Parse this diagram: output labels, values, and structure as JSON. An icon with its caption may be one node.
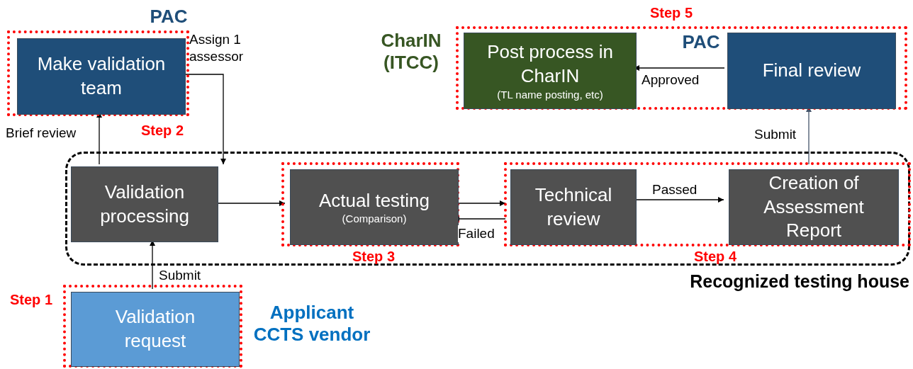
{
  "diagram": {
    "nodes": [
      {
        "text": [
          "Step 2"
        ]
      },
      {
        "text": [
          "Make validation team"
        ],
        "in": 0
      },
      {
        "text": [
          "Step 5"
        ]
      },
      {
        "text": [
          "Post process in CharIN",
          "(TL name posting, etc)"
        ],
        "in": 2
      },
      {
        "text": [
          "Final review"
        ],
        "in": 2
      },
      {
        "text": [
          "Recognized testing house"
        ]
      },
      {
        "text": [
          "Validation processing"
        ],
        "in": 5
      },
      {
        "text": [
          "Step 3"
        ],
        "in": 5
      },
      {
        "text": [
          "Actual testing",
          "(Comparison)"
        ],
        "in": 7
      },
      {
        "text": [
          "Step 4"
        ],
        "in": 5
      },
      {
        "text": [
          "Technical review"
        ],
        "in": 9
      },
      {
        "text": [
          "Creation of Assessment Report"
        ],
        "in": 9
      },
      {
        "text": [
          "Step 1"
        ]
      },
      {
        "text": [
          "Validation request"
        ],
        "in": 12
      }
    ],
    "edges": [
      {
        "from": 6,
        "to": 1,
        "arrow": "to",
        "label": "Brief review"
      },
      {
        "from": 1,
        "to": 6,
        "arrow": "to",
        "label": "Assign 1 assessor"
      },
      {
        "from": 6,
        "to": 8,
        "arrow": "to"
      },
      {
        "from": 8,
        "to": 10,
        "arrow": "to"
      },
      {
        "from": 10,
        "to": 8,
        "arrow": "to",
        "label": "Failed"
      },
      {
        "from": 10,
        "to": 11,
        "arrow": "to",
        "label": "Passed"
      },
      {
        "from": 11,
        "to": 4,
        "arrow": "to",
        "label": "Submit",
        "color": "#44546a"
      },
      {
        "from": 4,
        "to": 3,
        "arrow": "to",
        "label": "Approved"
      },
      {
        "from": 13,
        "to": 6,
        "arrow": "to",
        "label": "Submit"
      }
    ],
    "labels": [
      "PAC",
      "CharIN (ITCC)",
      "PAC",
      "Applicant CCTS vendor"
    ]
  }
}
